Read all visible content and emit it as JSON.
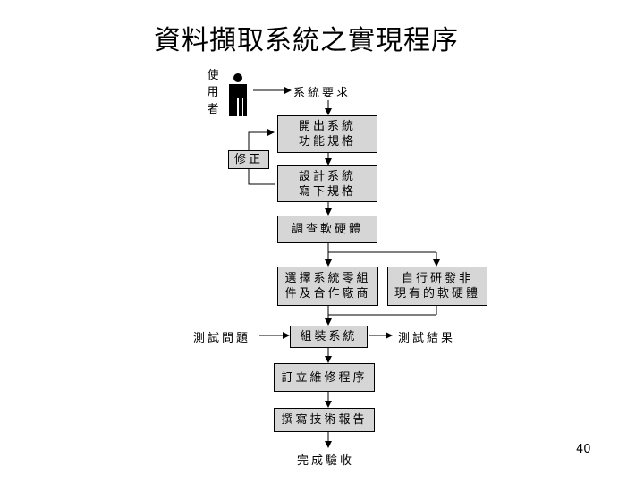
{
  "title": "資料擷取系統之實現程序",
  "user_label": [
    "使",
    "用",
    "者"
  ],
  "nodes": {
    "system_request": "系統要求",
    "spec_line1": "開出系統",
    "spec_line2": "功能規格",
    "revise": "修正",
    "design_line1": "設計系統",
    "design_line2": "寫下規格",
    "survey": "調查軟硬體",
    "select_line1": "選擇系統零組",
    "select_line2": "件及合作廠商",
    "develop_line1": "自行研發非",
    "develop_line2": "現有的軟硬體",
    "test_problem": "測試問題",
    "assemble": "組裝系統",
    "test_result": "測試結果",
    "maintenance": "訂立維修程序",
    "report": "撰寫技術報告",
    "accept": "完成驗收"
  },
  "page_number": "40"
}
